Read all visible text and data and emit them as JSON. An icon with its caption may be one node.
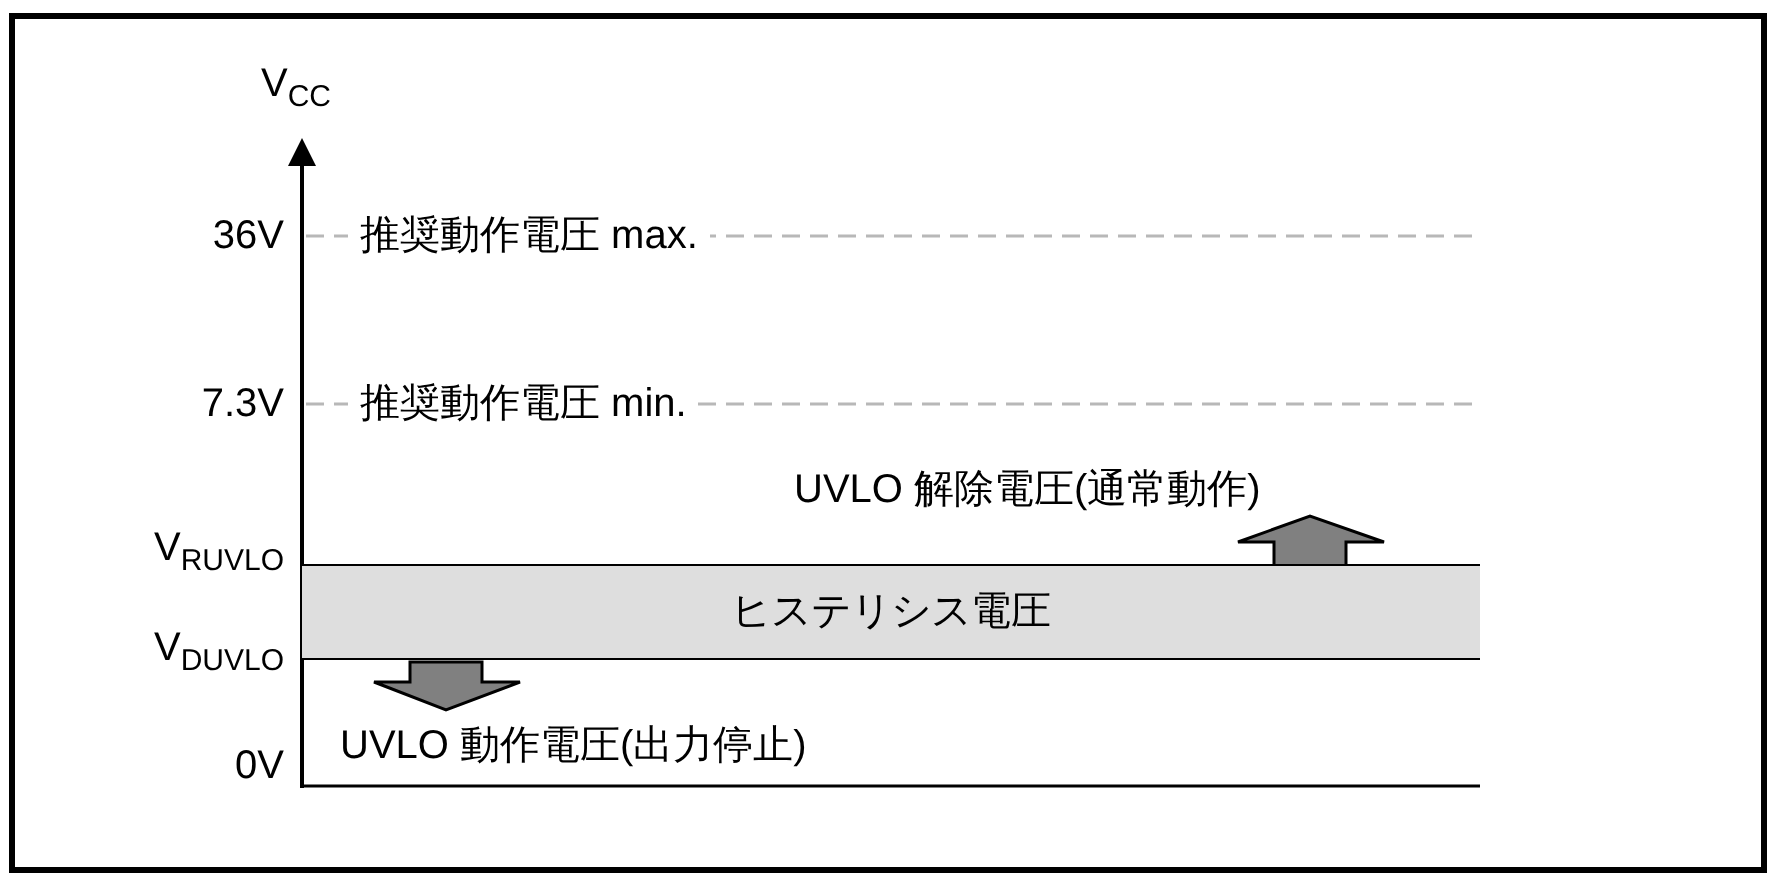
{
  "diagram": {
    "nodes": [
      {
        "text": [
          "ヒステリシス電圧"
        ]
      }
    ],
    "labels": [
      "V$_{CC}$",
      "36V",
      "推奨動作電圧 max.",
      "7.3V",
      "推奨動作電圧 min.",
      "UVLO 解除電圧(通常動作)",
      "V$_{RUVLO}$",
      "V$_{DUVLO}$",
      "UVLO 動作電圧(出力停止)",
      "0V"
    ]
  }
}
